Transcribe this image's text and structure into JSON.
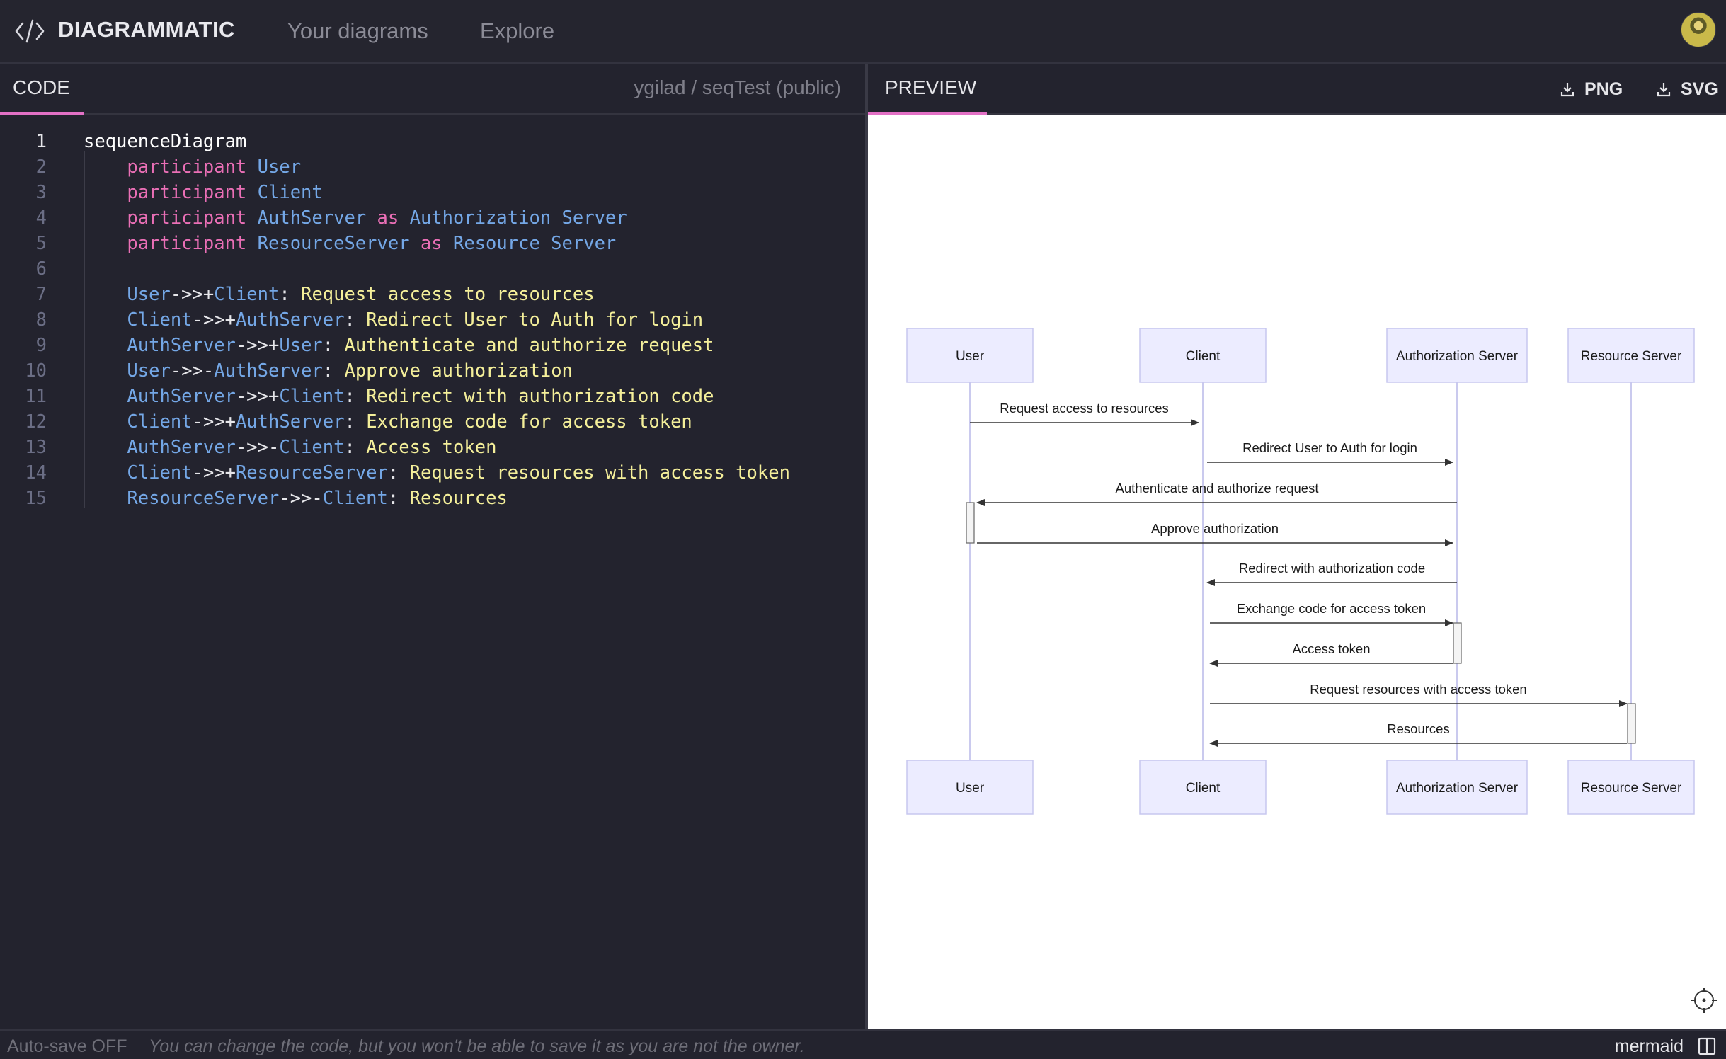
{
  "app": {
    "brand": "DIAGRAMMATIC",
    "nav": {
      "your_diagrams": "Your diagrams",
      "explore": "Explore"
    }
  },
  "code_pane": {
    "tab_label": "CODE",
    "repo": "ygilad / seqTest (public)",
    "lines": [
      {
        "num": "1",
        "tokens": [
          {
            "t": "plain",
            "v": "sequenceDiagram"
          }
        ]
      },
      {
        "num": "2",
        "tokens": [
          {
            "t": "kw",
            "v": "    participant "
          },
          {
            "t": "id",
            "v": "User"
          }
        ]
      },
      {
        "num": "3",
        "tokens": [
          {
            "t": "kw",
            "v": "    participant "
          },
          {
            "t": "id",
            "v": "Client"
          }
        ]
      },
      {
        "num": "4",
        "tokens": [
          {
            "t": "kw",
            "v": "    participant "
          },
          {
            "t": "id",
            "v": "AuthServer"
          },
          {
            "t": "kw",
            "v": " as "
          },
          {
            "t": "id",
            "v": "Authorization Server"
          }
        ]
      },
      {
        "num": "5",
        "tokens": [
          {
            "t": "kw",
            "v": "    participant "
          },
          {
            "t": "id",
            "v": "ResourceServer"
          },
          {
            "t": "kw",
            "v": " as "
          },
          {
            "t": "id",
            "v": "Resource Server"
          }
        ]
      },
      {
        "num": "6",
        "tokens": []
      },
      {
        "num": "7",
        "tokens": [
          {
            "t": "id",
            "v": "    User"
          },
          {
            "t": "op",
            "v": "->>+"
          },
          {
            "t": "id",
            "v": "Client"
          },
          {
            "t": "op",
            "v": ": "
          },
          {
            "t": "str",
            "v": "Request access to resources"
          }
        ]
      },
      {
        "num": "8",
        "tokens": [
          {
            "t": "id",
            "v": "    Client"
          },
          {
            "t": "op",
            "v": "->>+"
          },
          {
            "t": "id",
            "v": "AuthServer"
          },
          {
            "t": "op",
            "v": ": "
          },
          {
            "t": "str",
            "v": "Redirect User to Auth for login"
          }
        ]
      },
      {
        "num": "9",
        "tokens": [
          {
            "t": "id",
            "v": "    AuthServer"
          },
          {
            "t": "op",
            "v": "->>+"
          },
          {
            "t": "id",
            "v": "User"
          },
          {
            "t": "op",
            "v": ": "
          },
          {
            "t": "str",
            "v": "Authenticate and authorize request"
          }
        ]
      },
      {
        "num": "10",
        "tokens": [
          {
            "t": "id",
            "v": "    User"
          },
          {
            "t": "op",
            "v": "->>-"
          },
          {
            "t": "id",
            "v": "AuthServer"
          },
          {
            "t": "op",
            "v": ": "
          },
          {
            "t": "str",
            "v": "Approve authorization"
          }
        ]
      },
      {
        "num": "11",
        "tokens": [
          {
            "t": "id",
            "v": "    AuthServer"
          },
          {
            "t": "op",
            "v": "->>+"
          },
          {
            "t": "id",
            "v": "Client"
          },
          {
            "t": "op",
            "v": ": "
          },
          {
            "t": "str",
            "v": "Redirect with authorization code"
          }
        ]
      },
      {
        "num": "12",
        "tokens": [
          {
            "t": "id",
            "v": "    Client"
          },
          {
            "t": "op",
            "v": "->>+"
          },
          {
            "t": "id",
            "v": "AuthServer"
          },
          {
            "t": "op",
            "v": ": "
          },
          {
            "t": "str",
            "v": "Exchange code for access token"
          }
        ]
      },
      {
        "num": "13",
        "tokens": [
          {
            "t": "id",
            "v": "    AuthServer"
          },
          {
            "t": "op",
            "v": "->>-"
          },
          {
            "t": "id",
            "v": "Client"
          },
          {
            "t": "op",
            "v": ": "
          },
          {
            "t": "str",
            "v": "Access token"
          }
        ]
      },
      {
        "num": "14",
        "tokens": [
          {
            "t": "id",
            "v": "    Client"
          },
          {
            "t": "op",
            "v": "->>+"
          },
          {
            "t": "id",
            "v": "ResourceServer"
          },
          {
            "t": "op",
            "v": ": "
          },
          {
            "t": "str",
            "v": "Request resources with access token"
          }
        ]
      },
      {
        "num": "15",
        "tokens": [
          {
            "t": "id",
            "v": "    ResourceServer"
          },
          {
            "t": "op",
            "v": "->>-"
          },
          {
            "t": "id",
            "v": "Client"
          },
          {
            "t": "op",
            "v": ": "
          },
          {
            "t": "str",
            "v": "Resources"
          }
        ]
      }
    ]
  },
  "preview_pane": {
    "tab_label": "PREVIEW",
    "png_label": "PNG",
    "svg_label": "SVG"
  },
  "diagram": {
    "participants": [
      "User",
      "Client",
      "Authorization Server",
      "Resource Server"
    ],
    "messages": [
      {
        "from": 0,
        "to": 1,
        "text": "Request access to resources"
      },
      {
        "from": 1,
        "to": 2,
        "text": "Redirect User to Auth for login"
      },
      {
        "from": 2,
        "to": 0,
        "text": "Authenticate and authorize request"
      },
      {
        "from": 0,
        "to": 2,
        "text": "Approve authorization"
      },
      {
        "from": 2,
        "to": 1,
        "text": "Redirect with authorization code"
      },
      {
        "from": 1,
        "to": 2,
        "text": "Exchange code for access token"
      },
      {
        "from": 2,
        "to": 1,
        "text": "Access token"
      },
      {
        "from": 1,
        "to": 3,
        "text": "Request resources with access token"
      },
      {
        "from": 3,
        "to": 1,
        "text": "Resources"
      }
    ],
    "colors": {
      "actor_fill": "#ececff",
      "actor_stroke": "#c7c7ef",
      "line": "#333333",
      "lifeline": "#b9b9e8"
    }
  },
  "status": {
    "autosave": "Auto-save OFF",
    "message": "You can change the code, but you won't be able to save it as you are not the owner.",
    "engine": "mermaid"
  }
}
